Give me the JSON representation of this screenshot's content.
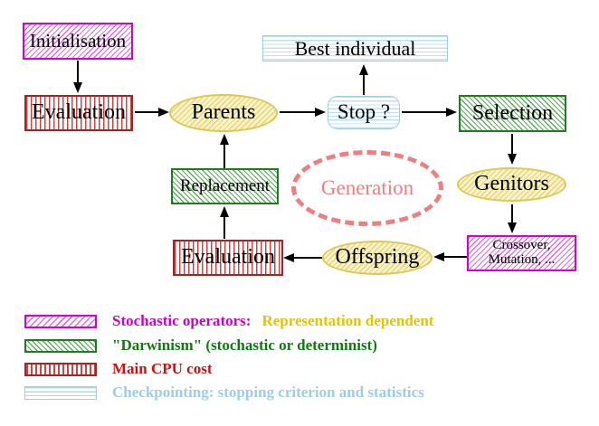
{
  "diagram": {
    "nodes": {
      "initialisation": {
        "label": "Initialisation"
      },
      "evaluation_top": {
        "label": "Evaluation"
      },
      "parents": {
        "label": "Parents"
      },
      "best_individual": {
        "label": "Best individual"
      },
      "stop": {
        "label": "Stop ?"
      },
      "selection": {
        "label": "Selection"
      },
      "genitors": {
        "label": "Genitors"
      },
      "crossover_mutation": {
        "line1": "Crossover,",
        "line2": "Mutation, ..."
      },
      "offspring": {
        "label": "Offspring"
      },
      "evaluation_bottom": {
        "label": "Evaluation"
      },
      "replacement": {
        "label": "Replacement"
      },
      "generation": {
        "label": "Generation"
      }
    },
    "legend": {
      "items": [
        {
          "pattern": "magenta-diagonal-hatch",
          "text": "Stochastic operators:",
          "text2": "Representation dependent"
        },
        {
          "pattern": "green-diagonal-hatch",
          "text": "\"Darwinism\" (stochastic or determinist)"
        },
        {
          "pattern": "red-vertical-stripes",
          "text": "Main CPU cost"
        },
        {
          "pattern": "cyan-horizontal-stripes",
          "text": "Checkpointing: stopping criterion and statistics"
        }
      ]
    },
    "colors": {
      "magenta": "#d400d4",
      "red": "#a82222",
      "green": "#1e7d1e",
      "cyan": "#9cccdf",
      "yellow_border": "#ddc855",
      "yellow_fill": "#faf3c4",
      "salmon": "#ec8080",
      "legend_gold_text": "#e6c300",
      "legend_cyan_text": "#9dcde9",
      "legend_red_text": "#cc1111",
      "legend_green_text": "#0f7a0f",
      "legend_magenta_text": "#cc00cc"
    }
  }
}
